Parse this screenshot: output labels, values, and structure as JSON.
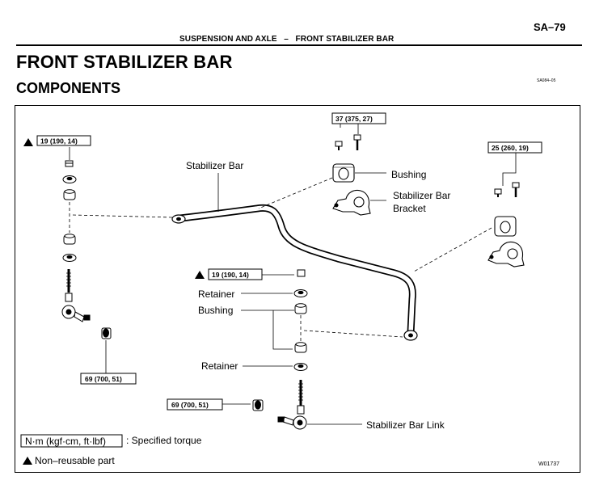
{
  "header": {
    "page_number": "SA–79",
    "running_header": "SUSPENSION AND AXLE   –   FRONT STABILIZER BAR",
    "title": "FRONT STABILIZER BAR",
    "subtitle": "COMPONENTS",
    "ref_code": "SA084–05"
  },
  "diagram": {
    "torques": {
      "left_nut": "19 (190, 14)",
      "bracket_top": "37 (375, 27)",
      "bracket_right": "25 (260, 19)",
      "center_nut": "19 (190, 14)",
      "left_link_nut": "69 (700, 51)",
      "center_link_nut": "69 (700, 51)"
    },
    "labels": {
      "stabilizer_bar": "Stabilizer Bar",
      "bushing_bracket": "Bushing",
      "bracket_line1": "Stabilizer Bar",
      "bracket_line2": "Bracket",
      "retainer_top": "Retainer",
      "bushing_center": "Bushing",
      "retainer_bottom": "Retainer",
      "stabilizer_bar_link": "Stabilizer Bar Link"
    },
    "legend": {
      "torque_unit": "N·m (kgf·cm, ft·lbf)",
      "torque_desc": ": Specified torque",
      "non_reusable": "Non–reusable part"
    },
    "figure_code": "W01737",
    "icons": [
      "warning-triangle-icon"
    ]
  }
}
